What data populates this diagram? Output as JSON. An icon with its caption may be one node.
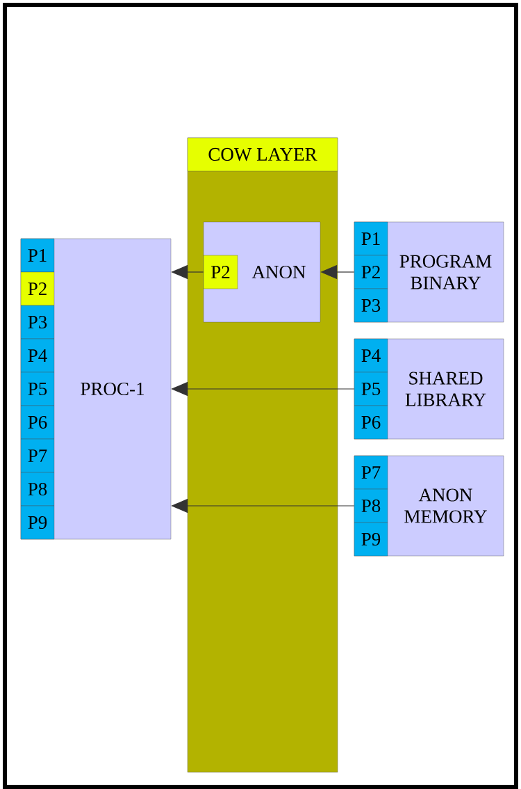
{
  "diagram": {
    "nodes": [
      {
        "text": [
          "PROC-1"
        ]
      },
      {
        "text": [
          "P1"
        ],
        "in": 0
      },
      {
        "text": [
          "P2"
        ],
        "in": 0
      },
      {
        "text": [
          "P3"
        ],
        "in": 0
      },
      {
        "text": [
          "P4"
        ],
        "in": 0
      },
      {
        "text": [
          "P5"
        ],
        "in": 0
      },
      {
        "text": [
          "P6"
        ],
        "in": 0
      },
      {
        "text": [
          "P7"
        ],
        "in": 0
      },
      {
        "text": [
          "P8"
        ],
        "in": 0
      },
      {
        "text": [
          "P9"
        ],
        "in": 0
      },
      {
        "text": [
          "COW LAYER"
        ]
      },
      {
        "text": [
          "ANON"
        ],
        "in": 10
      },
      {
        "text": [
          "P2"
        ],
        "in": 11
      },
      {
        "text": [
          "PROGRAM BINARY"
        ]
      },
      {
        "text": [
          "P1"
        ],
        "in": 13
      },
      {
        "text": [
          "P2"
        ],
        "in": 13
      },
      {
        "text": [
          "P3"
        ],
        "in": 13
      },
      {
        "text": [
          "SHARED LIBRARY"
        ]
      },
      {
        "text": [
          "P4"
        ],
        "in": 17
      },
      {
        "text": [
          "P5"
        ],
        "in": 17
      },
      {
        "text": [
          "P6"
        ],
        "in": 17
      },
      {
        "text": [
          "ANON MEMORY"
        ]
      },
      {
        "text": [
          "P7"
        ],
        "in": 21
      },
      {
        "text": [
          "P8"
        ],
        "in": 21
      },
      {
        "text": [
          "P9"
        ],
        "in": 21
      }
    ],
    "edges": [
      {
        "from": 12,
        "to": 0,
        "arrow": "to"
      },
      {
        "from": 15,
        "to": 11,
        "arrow": "to"
      },
      {
        "from": 19,
        "to": 0,
        "arrow": "to"
      },
      {
        "from": 23,
        "to": 0,
        "arrow": "to"
      }
    ]
  }
}
